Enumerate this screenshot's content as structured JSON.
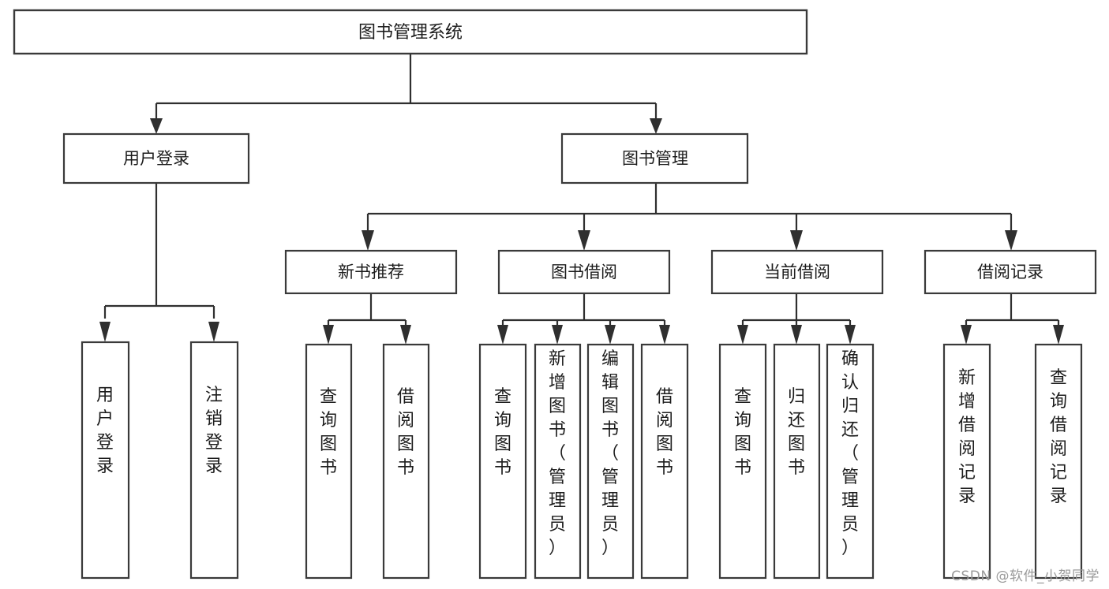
{
  "diagram": {
    "title": "图书管理系统",
    "type": "tree",
    "watermark": "CSDN @软件_小贺同学",
    "root": {
      "label": "图书管理系统"
    },
    "level2": [
      {
        "id": "user-login",
        "label": "用户登录"
      },
      {
        "id": "book-management",
        "label": "图书管理"
      }
    ],
    "level3": [
      {
        "id": "new-book-recommend",
        "label": "新书推荐",
        "parent": "book-management"
      },
      {
        "id": "book-borrow",
        "label": "图书借阅",
        "parent": "book-management"
      },
      {
        "id": "current-borrow",
        "label": "当前借阅",
        "parent": "book-management"
      },
      {
        "id": "borrow-record",
        "label": "借阅记录",
        "parent": "book-management"
      }
    ],
    "leaves": [
      {
        "id": "leaf-user-login",
        "label": "用户登录",
        "parent": "user-login"
      },
      {
        "id": "leaf-logout-login",
        "label": "注销登录",
        "parent": "user-login"
      },
      {
        "id": "leaf-query-book-1",
        "label": "查询图书",
        "parent": "new-book-recommend"
      },
      {
        "id": "leaf-borrow-book-1",
        "label": "借阅图书",
        "parent": "new-book-recommend"
      },
      {
        "id": "leaf-query-book-2",
        "label": "查询图书",
        "parent": "book-borrow"
      },
      {
        "id": "leaf-add-book",
        "label": "新增图书（管理员）",
        "parent": "book-borrow"
      },
      {
        "id": "leaf-edit-book",
        "label": "编辑图书（管理员）",
        "parent": "book-borrow"
      },
      {
        "id": "leaf-borrow-book-2",
        "label": "借阅图书",
        "parent": "book-borrow"
      },
      {
        "id": "leaf-query-book-3",
        "label": "查询图书",
        "parent": "current-borrow"
      },
      {
        "id": "leaf-return-book",
        "label": "归还图书",
        "parent": "current-borrow"
      },
      {
        "id": "leaf-confirm-return",
        "label": "确认归还（管理员）",
        "parent": "current-borrow"
      },
      {
        "id": "leaf-add-record",
        "label": "新增借阅记录",
        "parent": "borrow-record"
      },
      {
        "id": "leaf-query-record",
        "label": "查询借阅记录",
        "parent": "borrow-record"
      }
    ],
    "colors": {
      "box_stroke": "#3a3a3a",
      "connector": "#2f2f2f",
      "text": "#1c1c1c",
      "background": "#ffffff",
      "watermark": "#9a9a9a"
    }
  }
}
